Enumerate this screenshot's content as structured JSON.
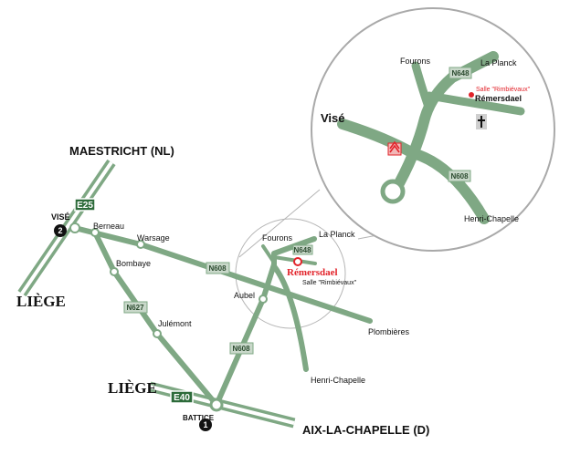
{
  "map": {
    "cities": {
      "maestricht": "MAESTRICHT (NL)",
      "liege_west": "LIÈGE",
      "liege_south": "LIÈGE",
      "aix": "AIX-LA-CHAPELLE (D)"
    },
    "places": {
      "vise": "VISÉ",
      "berneau": "Berneau",
      "warsage": "Warsage",
      "bombaye": "Bombaye",
      "julemont": "Julémont",
      "aubel": "Aubel",
      "fourons": "Fourons",
      "la_planck": "La Planck",
      "plombieres": "Plombières",
      "henri_chapelle": "Henri-Chapelle",
      "battice": "BATTICE"
    },
    "destination": {
      "name": "Rémersdael",
      "venue": "Salle \"Rimbiévaux\""
    },
    "roads": {
      "e25": "E25",
      "e40": "E40",
      "n608": "N608",
      "n627": "N627",
      "n648": "N648"
    },
    "exit_numbers": {
      "battice": "1",
      "vise": "2"
    },
    "inset": {
      "fourons": "Fourons",
      "la_planck": "La Planck",
      "n648": "N648",
      "venue": "Salle \"Rimbiévaux\"",
      "remersdael": "Rémersdael",
      "vise": "Visé",
      "n608": "N608",
      "henri_chapelle": "Henri-Chapelle"
    },
    "colors": {
      "road": "#7fa884",
      "highway_badge": "#2d6b3a",
      "destination": "#e2232a"
    }
  }
}
